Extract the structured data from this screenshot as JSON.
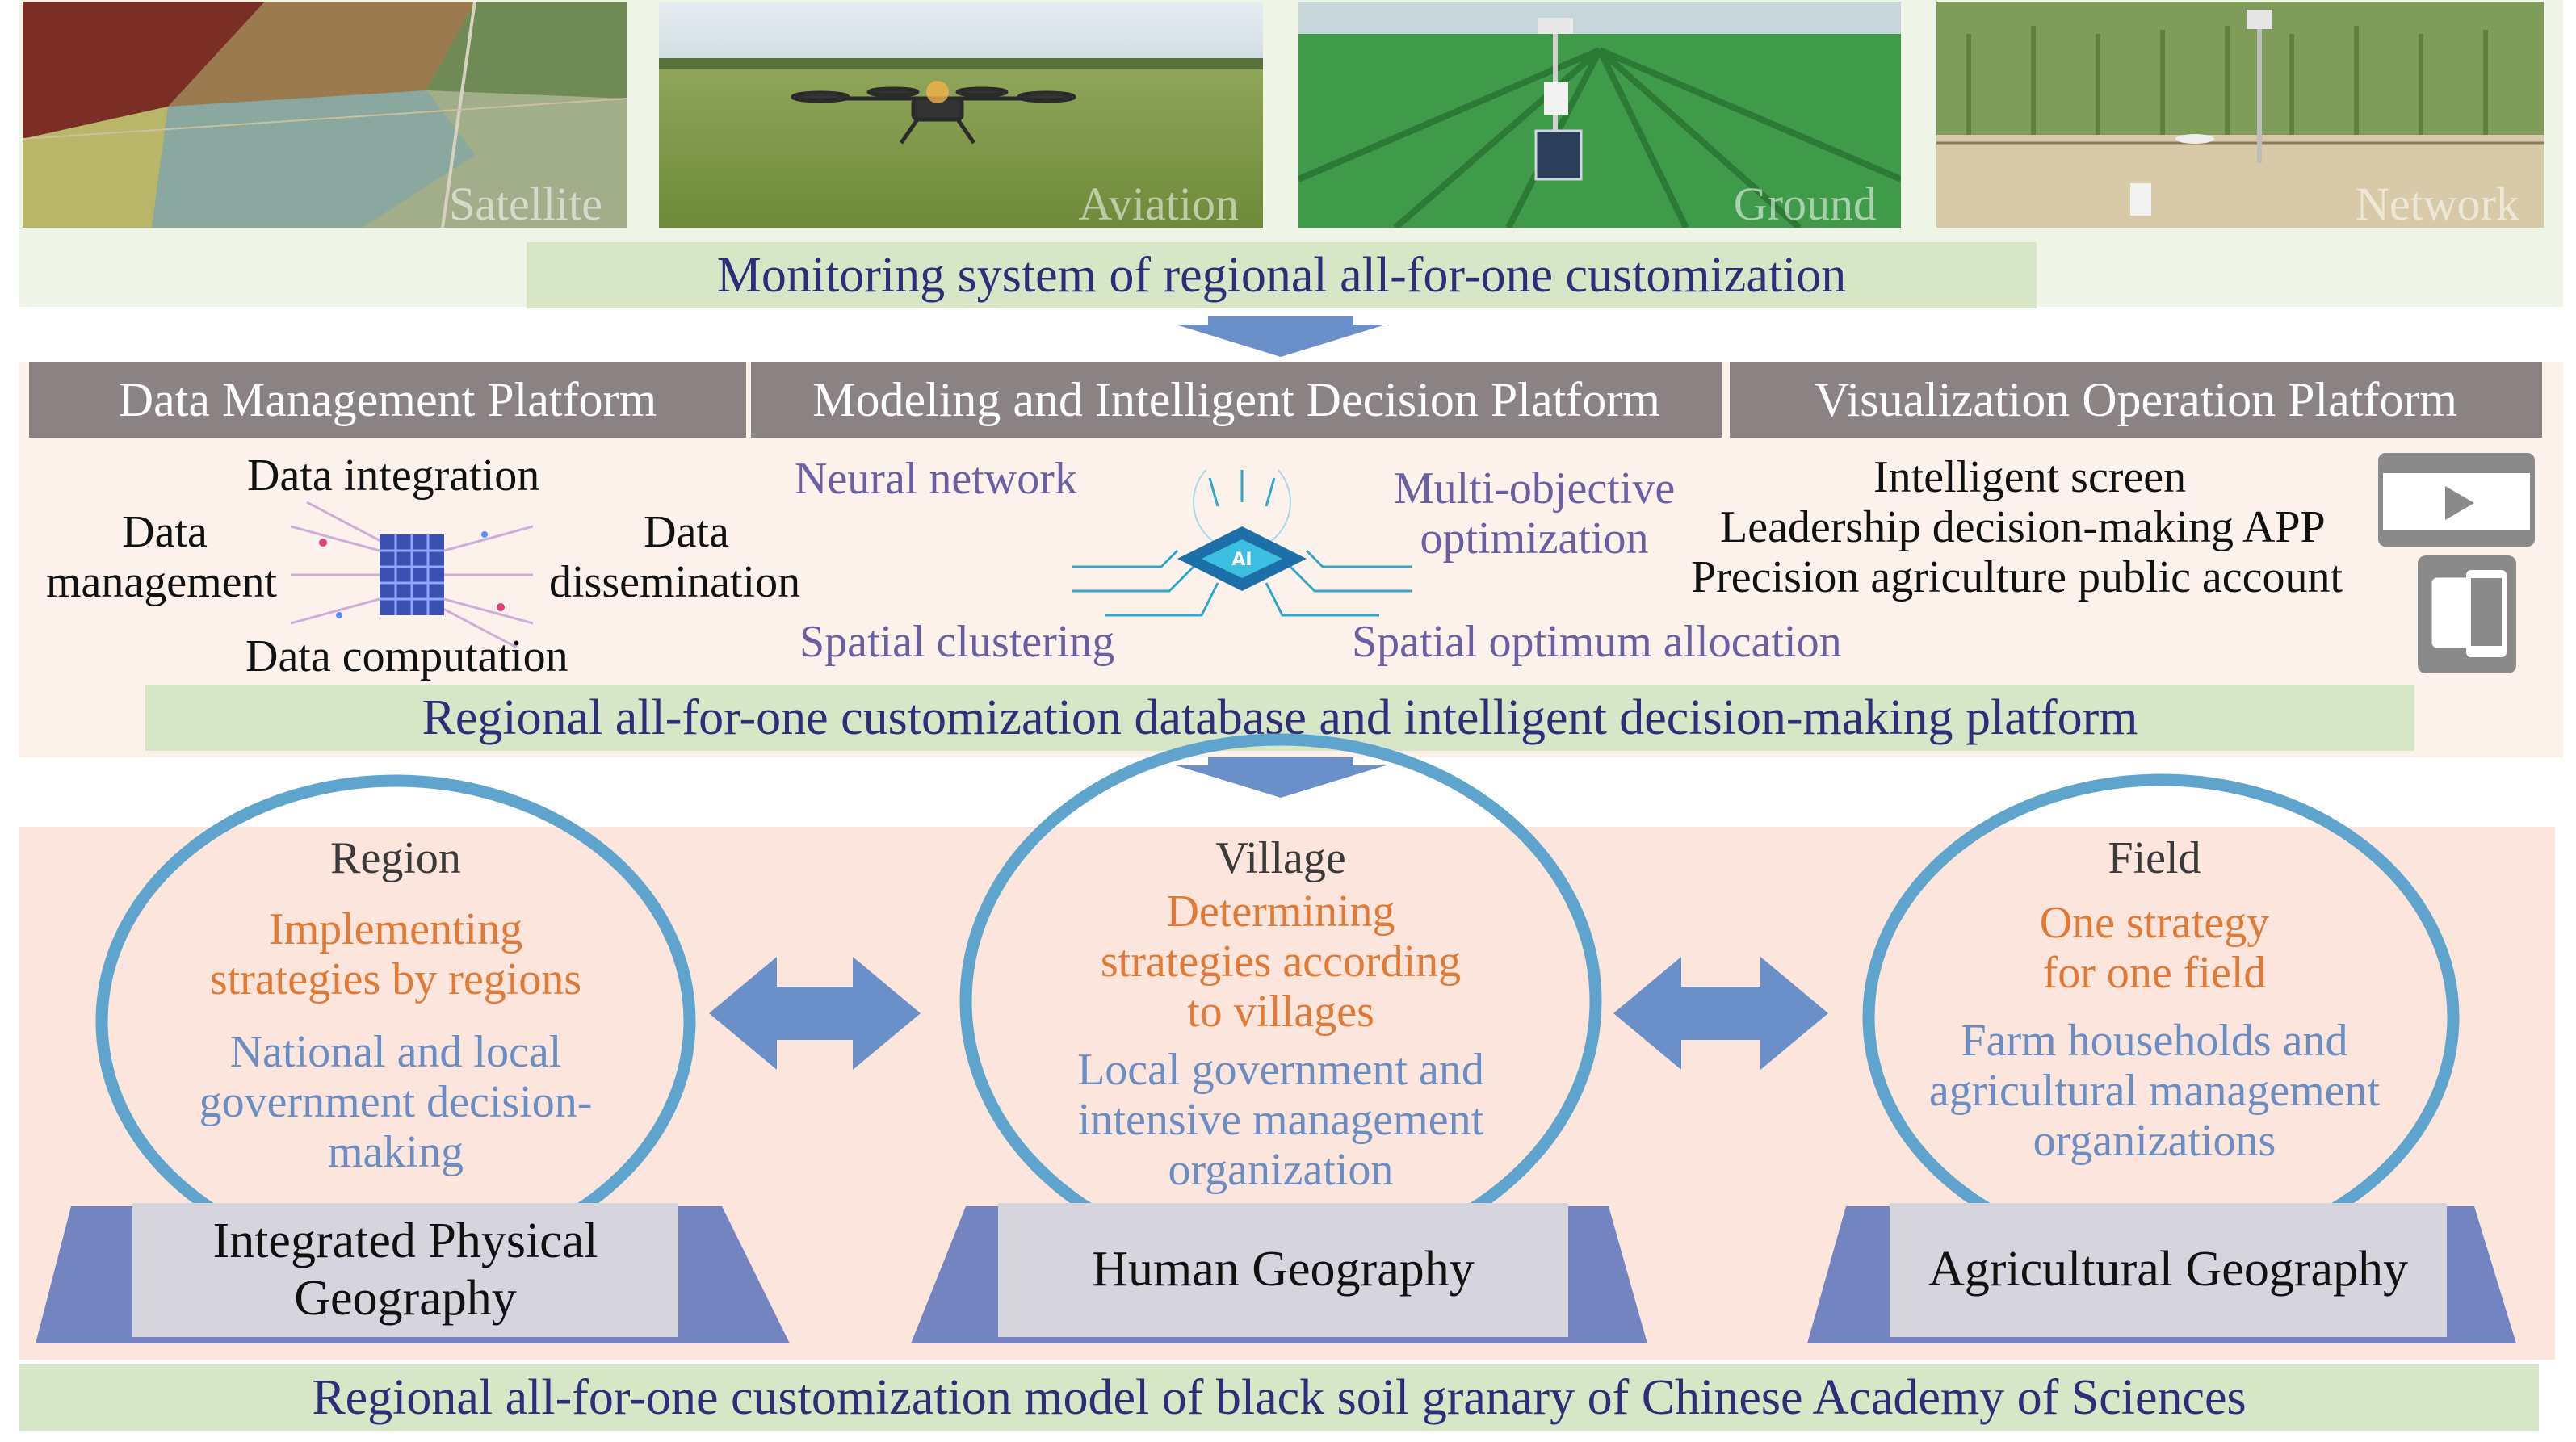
{
  "photos": [
    {
      "label": "Satellite"
    },
    {
      "label": "Aviation"
    },
    {
      "label": "Ground"
    },
    {
      "label": "Network"
    }
  ],
  "monitoring_title": "Monitoring system of regional all-for-one customization",
  "platforms": {
    "data_management": {
      "title": "Data Management Platform",
      "integration": "Data integration",
      "management_1": "Data",
      "management_2": "management",
      "dissemination_1": "Data",
      "dissemination_2": "dissemination",
      "computation": "Data computation"
    },
    "modeling": {
      "title": "Modeling and Intelligent Decision Platform",
      "neural": "Neural network",
      "multi_1": "Multi-objective",
      "multi_2": "optimization",
      "clustering": "Spatial clustering",
      "allocation": "Spatial optimum allocation"
    },
    "visualization": {
      "title": "Visualization Operation Platform",
      "screen": "Intelligent screen",
      "app": "Leadership decision-making APP",
      "account": "Precision agriculture public account"
    }
  },
  "database_title": "Regional all-for-one customization database and intelligent decision-making platform",
  "levels": [
    {
      "level": "Region",
      "strategy": [
        "Implementing",
        "strategies by regions"
      ],
      "actors": [
        "National and local",
        "government decision-",
        "making"
      ],
      "geography": [
        "Integrated Physical",
        "Geography"
      ]
    },
    {
      "level": "Village",
      "strategy": [
        "Determining",
        "strategies according",
        "to villages"
      ],
      "actors": [
        "Local government and",
        "intensive management",
        "organization"
      ],
      "geography": [
        "Human Geography"
      ]
    },
    {
      "level": "Field",
      "strategy": [
        "One strategy",
        "for one field"
      ],
      "actors": [
        "Farm households and",
        "agricultural management",
        "organizations"
      ],
      "geography": [
        "Agricultural Geography"
      ]
    }
  ],
  "model_title": "Regional all-for-one customization model of black soil granary of Chinese Academy of Sciences",
  "colors": {
    "band_green": "#d6e6c6",
    "header_gray": "#8a8283",
    "arrow_blue": "#6b8fc8",
    "circle_blue": "#5fa4cc",
    "trapezoid": "#7384c0",
    "orange": "#e07a36",
    "title_navy": "#2b2f7a"
  }
}
